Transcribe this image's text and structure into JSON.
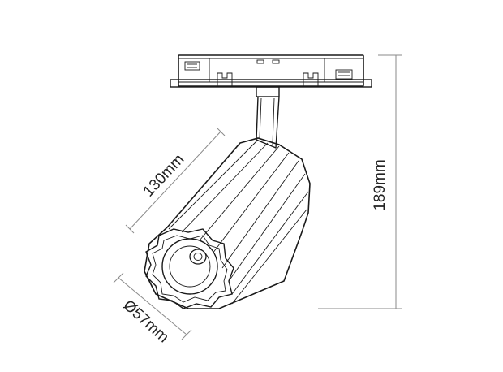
{
  "drawing": {
    "dimensions": {
      "length_label": "130mm",
      "height_label": "189mm",
      "diameter_label": "Ø57mm"
    },
    "colors": {
      "line": "#1a1a1a",
      "dimension_line": "#8a8a8a",
      "background": "#ffffff"
    }
  }
}
